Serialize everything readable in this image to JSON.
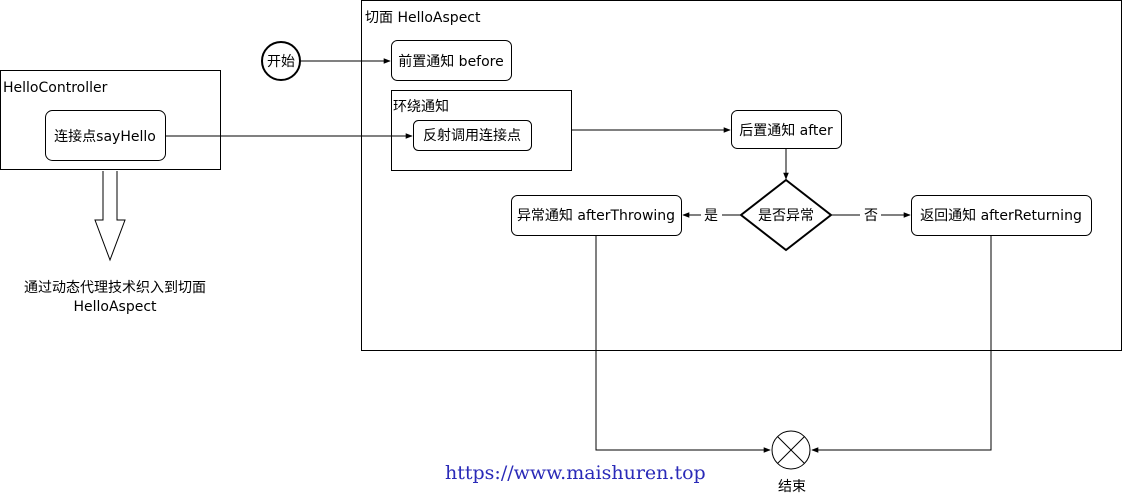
{
  "diagram": {
    "aspect_title": "切面 HelloAspect",
    "controller_title": "HelloController",
    "join_point": "连接点sayHello",
    "start": "开始",
    "before": "前置通知 before",
    "around_title": "环绕通知",
    "reflect_call": "反射调用连接点",
    "after": "后置通知 after",
    "decision": "是否异常",
    "yes": "是",
    "no": "否",
    "after_throwing": "异常通知 afterThrowing",
    "after_returning": "返回通知 afterReturning",
    "weave_note_line1": "通过动态代理技术织入到切面",
    "weave_note_line2": "HelloAspect",
    "end": "结束"
  },
  "watermark": "https://www.maishuren.top"
}
